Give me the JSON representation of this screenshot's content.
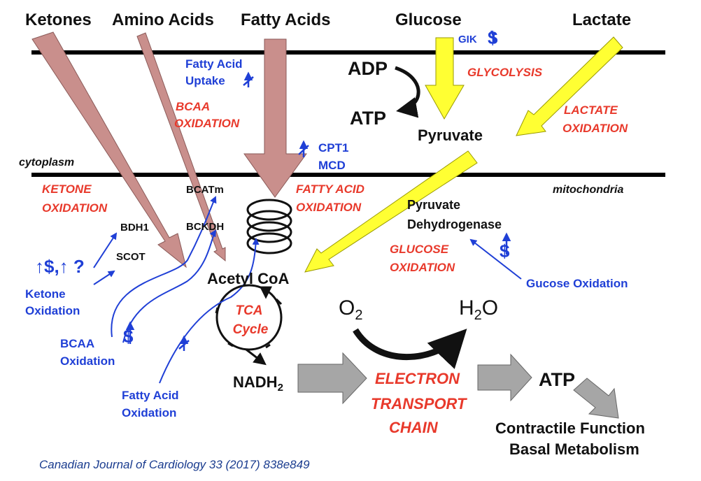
{
  "colors": {
    "membrane": "#000000",
    "substrate_arrow": "#c98f8c",
    "glucose_arrow": "#ffff33",
    "etc_arrow": "#a6a6a6",
    "red_text": "#e8392b",
    "blue_text": "#1f3fd6",
    "citation": "#1a3c8f"
  },
  "substrates": {
    "ketones": "Ketones",
    "amino_acids": "Amino Acids",
    "fatty_acids": "Fatty Acids",
    "glucose": "Glucose",
    "lactate": "Lactate"
  },
  "compartments": {
    "cytoplasm": "cytoplasm",
    "mitochondria": "mitochondria"
  },
  "metabolites": {
    "adp": "ADP",
    "atp_top": "ATP",
    "pyruvate": "Pyruvate",
    "acetyl_coa": "Acetyl CoA",
    "nadh_base": "NADH",
    "nadh_sub": "2",
    "o2_base": "O",
    "o2_sub": "2",
    "h2o_h": "H",
    "h2o_sub": "2",
    "h2o_o": "O",
    "atp_bottom": "ATP"
  },
  "enzymes": {
    "bdh1": "BDH1",
    "scot": "SCOT",
    "bcatm": "BCATm",
    "bckdh": "BCKDH",
    "pdh_line1": "Pyruvate",
    "pdh_line2": "Dehydrogenase"
  },
  "pathways": {
    "bcaa_oxidation_1": "BCAA",
    "bcaa_oxidation_2": "OXIDATION",
    "glycolysis": "GLYCOLYSIS",
    "lactate_oxidation_1": "LACTATE",
    "lactate_oxidation_2": "OXIDATION",
    "ketone_oxidation_1": "KETONE",
    "ketone_oxidation_2": "OXIDATION",
    "fatty_acid_oxidation_1": "FATTY ACID",
    "fatty_acid_oxidation_2": "OXIDATION",
    "glucose_oxidation_1": "GLUCOSE",
    "glucose_oxidation_2": "OXIDATION",
    "tca_1": "TCA",
    "tca_2": "Cycle",
    "etc_1": "ELECTRON",
    "etc_2": "TRANSPORT",
    "etc_3": "CHAIN"
  },
  "regulation": {
    "gik": "GIK",
    "fa_uptake_1": "Fatty Acid",
    "fa_uptake_2": "Uptake",
    "cpt1": "CPT1",
    "mcd": "MCD",
    "ketone_ox_1": "Ketone",
    "ketone_ox_2": "Oxidation",
    "ketone_symbols": "↑$,↑ ?",
    "bcaa_ox_1": "BCAA",
    "bcaa_ox_2": "Oxidation",
    "fa_ox_1": "Fatty Acid",
    "fa_ox_2": "Oxidation",
    "glucose_ox": "Gucose Oxidation",
    "dollar": "$"
  },
  "outcomes": {
    "line1": "Contractile Function",
    "line2": "Basal Metabolism"
  },
  "citation": "Canadian Journal of Cardiology 33 (2017) 838e849"
}
